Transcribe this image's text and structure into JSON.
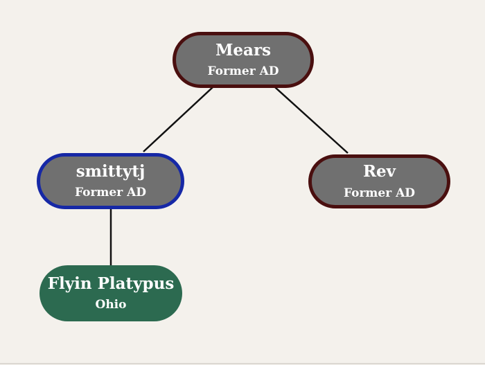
{
  "diagram": {
    "type": "tree",
    "nodes": [
      {
        "id": "mears",
        "name": "Mears",
        "role": "Former AD",
        "border_color": "#4a0f0f",
        "fill_color": "#707070"
      },
      {
        "id": "smittytj",
        "name": "smittytj",
        "role": "Former AD",
        "border_color": "#1628a6",
        "fill_color": "#707070"
      },
      {
        "id": "rev",
        "name": "Rev",
        "role": "Former AD",
        "border_color": "#4a0f0f",
        "fill_color": "#707070"
      },
      {
        "id": "flyin",
        "name": "Flyin Platypus",
        "role": "Ohio",
        "border_color": "none",
        "fill_color": "#2c6a50"
      }
    ],
    "edges": [
      {
        "from": "mears",
        "to": "smittytj"
      },
      {
        "from": "mears",
        "to": "rev"
      },
      {
        "from": "smittytj",
        "to": "flyin"
      }
    ]
  }
}
